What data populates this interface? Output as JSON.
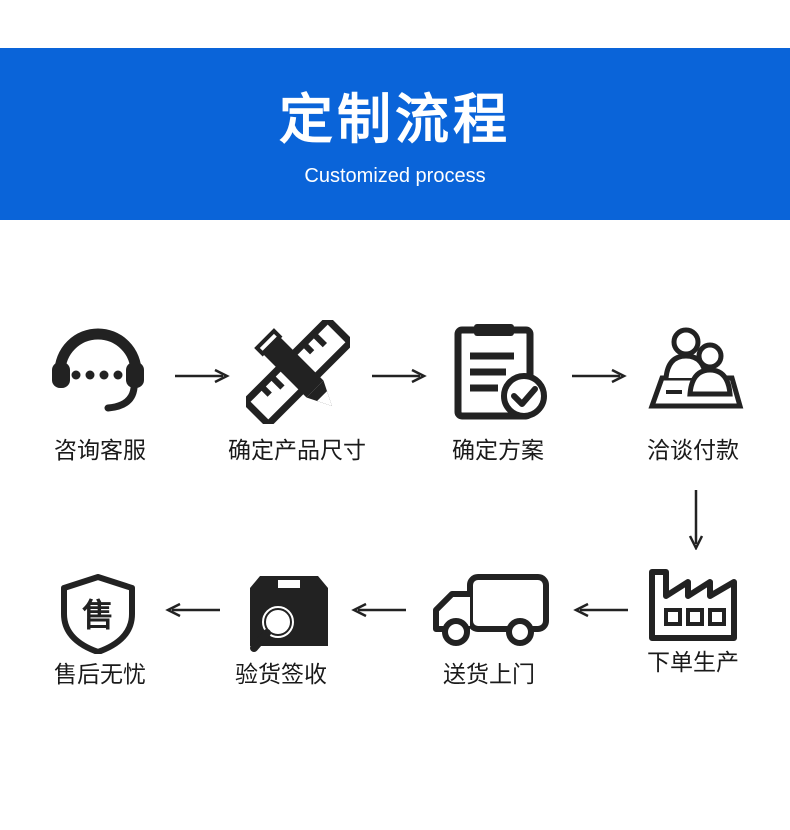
{
  "header": {
    "title": "定制流程",
    "subtitle": "Customized process",
    "background_color": "#0a64d9"
  },
  "steps": [
    {
      "label": "咨询客服",
      "icon": "headset-icon"
    },
    {
      "label": "确定产品尺寸",
      "icon": "pencil-ruler-icon"
    },
    {
      "label": "确定方案",
      "icon": "clipboard-check-icon"
    },
    {
      "label": "洽谈付款",
      "icon": "meeting-people-icon"
    },
    {
      "label": "下单生产",
      "icon": "factory-icon"
    },
    {
      "label": "送货上门",
      "icon": "delivery-truck-icon"
    },
    {
      "label": "验货签收",
      "icon": "inspect-box-icon"
    },
    {
      "label": "售后无忧",
      "icon": "shield-after-sale-icon"
    }
  ],
  "shield_glyph": "售"
}
